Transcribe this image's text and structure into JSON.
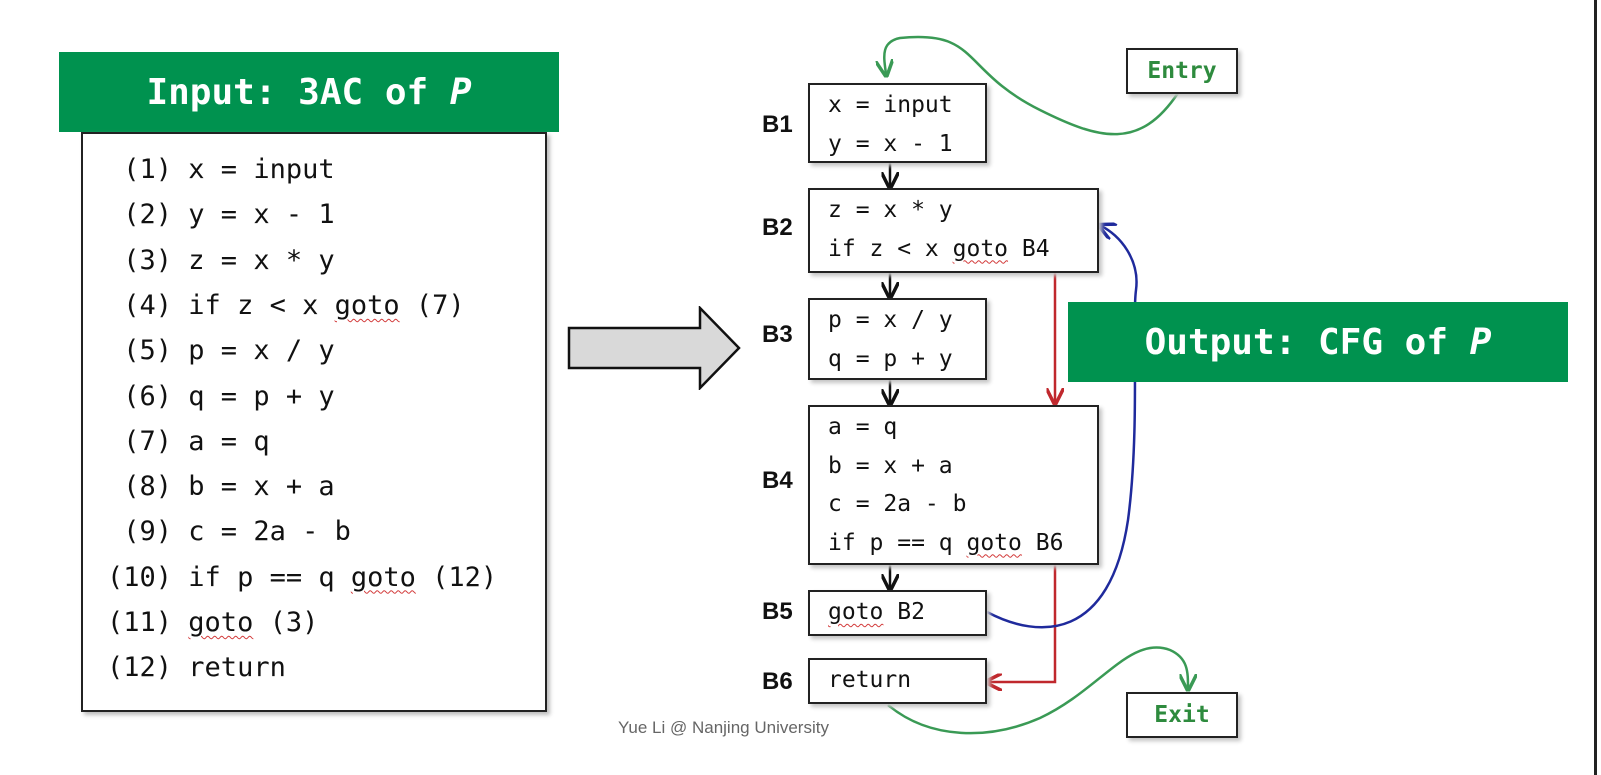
{
  "input_banner": {
    "prefix": "Input: 3AC of ",
    "var": "P"
  },
  "output_banner": {
    "prefix": "Output: CFG of ",
    "var": "P"
  },
  "code_lines": [
    {
      "num": " (1)",
      "pre": "x = input",
      "squig": "",
      "post": ""
    },
    {
      "num": " (2)",
      "pre": "y = x - 1",
      "squig": "",
      "post": ""
    },
    {
      "num": " (3)",
      "pre": "z = x * y",
      "squig": "",
      "post": ""
    },
    {
      "num": " (4)",
      "pre": "if z < x ",
      "squig": "goto",
      "post": " (7)"
    },
    {
      "num": " (5)",
      "pre": "p = x / y",
      "squig": "",
      "post": ""
    },
    {
      "num": " (6)",
      "pre": "q = p + y",
      "squig": "",
      "post": ""
    },
    {
      "num": " (7)",
      "pre": "a = q",
      "squig": "",
      "post": ""
    },
    {
      "num": " (8)",
      "pre": "b = x + a",
      "squig": "",
      "post": ""
    },
    {
      "num": " (9)",
      "pre": "c = 2a - b",
      "squig": "",
      "post": ""
    },
    {
      "num": "(10)",
      "pre": "if p == q ",
      "squig": "goto",
      "post": " (12)"
    },
    {
      "num": "(11)",
      "pre": "",
      "squig": "goto",
      "post": " (3)"
    },
    {
      "num": "(12)",
      "pre": "return",
      "squig": "",
      "post": ""
    }
  ],
  "blocks": [
    {
      "label": "B1",
      "lines": [
        {
          "pre": "x = input",
          "squig": "",
          "post": ""
        },
        {
          "pre": "y = x - 1",
          "squig": "",
          "post": ""
        }
      ]
    },
    {
      "label": "B2",
      "lines": [
        {
          "pre": "z = x * y",
          "squig": "",
          "post": ""
        },
        {
          "pre": "if z < x ",
          "squig": "goto",
          "post": " B4"
        }
      ]
    },
    {
      "label": "B3",
      "lines": [
        {
          "pre": "p = x / y",
          "squig": "",
          "post": ""
        },
        {
          "pre": "q = p + y",
          "squig": "",
          "post": ""
        }
      ]
    },
    {
      "label": "B4",
      "lines": [
        {
          "pre": "a = q",
          "squig": "",
          "post": ""
        },
        {
          "pre": "b = x + a",
          "squig": "",
          "post": ""
        },
        {
          "pre": "c = 2a - b",
          "squig": "",
          "post": ""
        },
        {
          "pre": "if p == q ",
          "squig": "goto",
          "post": " B6"
        }
      ]
    },
    {
      "label": "B5",
      "lines": [
        {
          "pre": "",
          "squig": "goto",
          "post": " B2"
        }
      ]
    },
    {
      "label": "B6",
      "lines": [
        {
          "pre": "return",
          "squig": "",
          "post": ""
        }
      ]
    }
  ],
  "entry_label": "Entry",
  "exit_label": "Exit",
  "footer": "Yue Li @ Nanjing University",
  "colors": {
    "banner": "#00924f",
    "entry_exit_edge": "#3a9a55",
    "branch_edge": "#c0282d",
    "back_edge": "#1f2a9c",
    "arrow_fill": "#d9d9d9"
  }
}
